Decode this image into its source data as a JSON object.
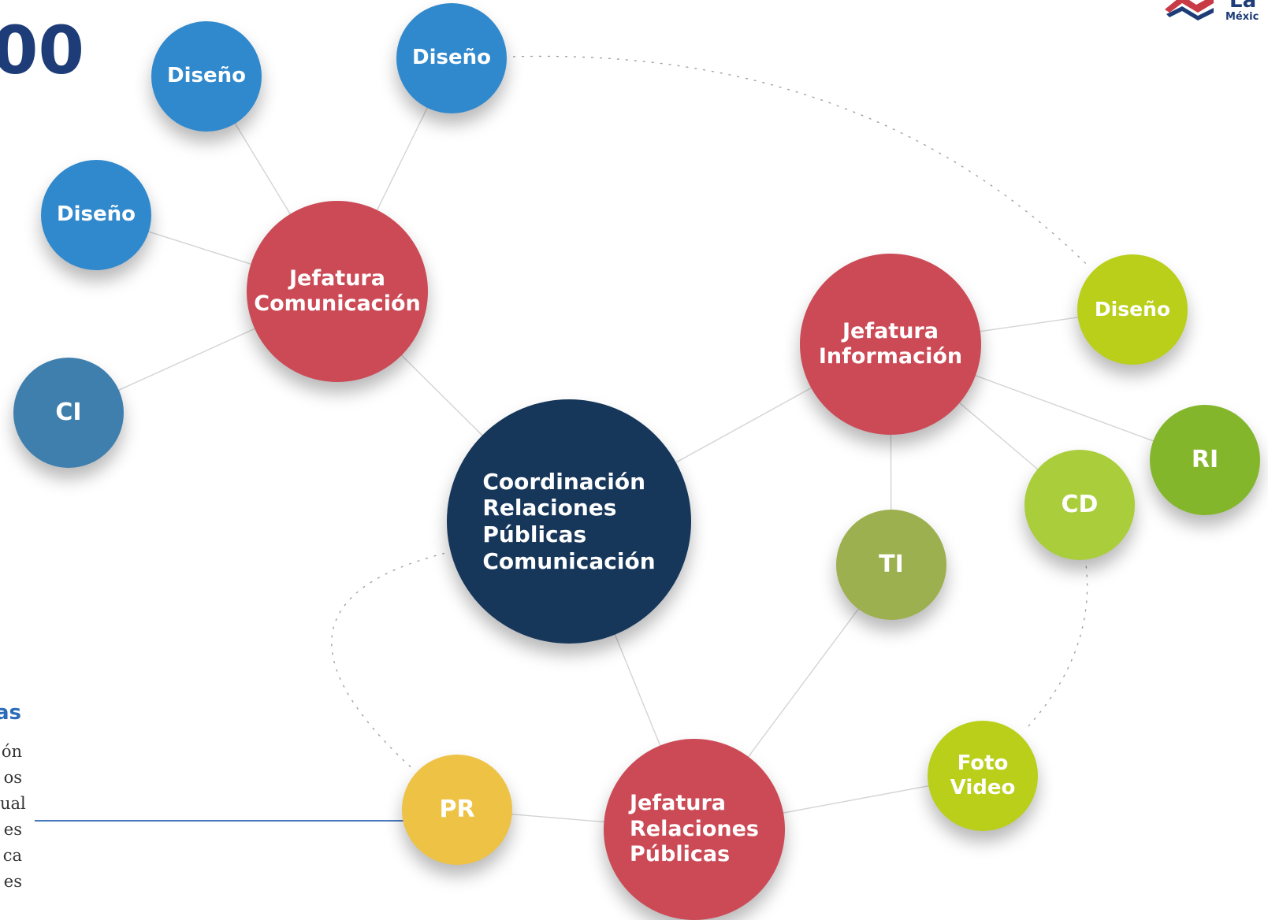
{
  "title_fragment": "00",
  "logo": {
    "word_fragment": "La",
    "sub_fragment": "Méxic"
  },
  "side_text": {
    "heading_fragment": "as",
    "lines": [
      "ón",
      "os",
      "ual",
      "es",
      "ca",
      "es"
    ]
  },
  "colors": {
    "blue": "#3189cd",
    "steel_blue": "#3f7fae",
    "red": "#cb4a56",
    "navy": "#16365a",
    "olive": "#9cb04f",
    "lime": "#b9cf1a",
    "light_green": "#aacd3c",
    "green": "#84b62c",
    "yellow": "#eec244",
    "arrow": "#2e66b5"
  },
  "nodes": [
    {
      "id": "diseno-1",
      "label": "Diseño",
      "color": "blue"
    },
    {
      "id": "diseno-2",
      "label": "Diseño",
      "color": "blue"
    },
    {
      "id": "diseno-3",
      "label": "Diseño",
      "color": "blue"
    },
    {
      "id": "ci",
      "label": "CI",
      "color": "steel_blue"
    },
    {
      "id": "jefatura-comunicacion",
      "label": "Jefatura\nComunicación",
      "color": "red"
    },
    {
      "id": "coordinacion",
      "label": "Coordinación\nRelaciones\nPúblicas\nComunicación",
      "color": "navy"
    },
    {
      "id": "jefatura-informacion",
      "label": "Jefatura\nInformación",
      "color": "red"
    },
    {
      "id": "diseno-4",
      "label": "Diseño",
      "color": "lime"
    },
    {
      "id": "ri",
      "label": "RI",
      "color": "green"
    },
    {
      "id": "cd",
      "label": "CD",
      "color": "light_green"
    },
    {
      "id": "ti",
      "label": "TI",
      "color": "olive"
    },
    {
      "id": "jefatura-relaciones-publicas",
      "label": "Jefatura\nRelaciones\nPúblicas",
      "color": "red"
    },
    {
      "id": "pr",
      "label": "PR",
      "color": "yellow"
    },
    {
      "id": "foto-video",
      "label": "Foto\nVideo",
      "color": "lime"
    }
  ],
  "edges": [
    {
      "from": "diseno-1",
      "to": "jefatura-comunicacion",
      "style": "solid"
    },
    {
      "from": "diseno-2",
      "to": "jefatura-comunicacion",
      "style": "solid"
    },
    {
      "from": "diseno-3",
      "to": "jefatura-comunicacion",
      "style": "solid"
    },
    {
      "from": "ci",
      "to": "jefatura-comunicacion",
      "style": "solid"
    },
    {
      "from": "jefatura-comunicacion",
      "to": "coordinacion",
      "style": "solid"
    },
    {
      "from": "coordinacion",
      "to": "jefatura-informacion",
      "style": "solid"
    },
    {
      "from": "coordinacion",
      "to": "jefatura-relaciones-publicas",
      "style": "solid"
    },
    {
      "from": "jefatura-informacion",
      "to": "diseno-4",
      "style": "solid"
    },
    {
      "from": "jefatura-informacion",
      "to": "ri",
      "style": "solid"
    },
    {
      "from": "jefatura-informacion",
      "to": "cd",
      "style": "solid"
    },
    {
      "from": "jefatura-informacion",
      "to": "ti",
      "style": "solid"
    },
    {
      "from": "ti",
      "to": "jefatura-relaciones-publicas",
      "style": "solid"
    },
    {
      "from": "jefatura-relaciones-publicas",
      "to": "pr",
      "style": "solid"
    },
    {
      "from": "jefatura-relaciones-publicas",
      "to": "foto-video",
      "style": "solid"
    },
    {
      "from": "diseno-2",
      "to": "diseno-4",
      "style": "dashed"
    },
    {
      "from": "coordinacion",
      "to": "pr",
      "style": "dashed"
    },
    {
      "from": "cd",
      "to": "foto-video",
      "style": "dashed"
    }
  ]
}
